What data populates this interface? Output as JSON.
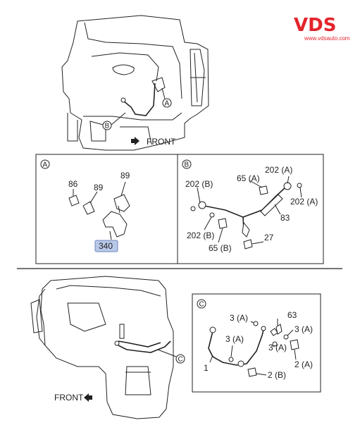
{
  "logo": {
    "text": "VDS",
    "url": "www.vdsauto.com",
    "color": "#e4242b"
  },
  "top_view": {
    "front_label": "FRONT",
    "callouts": [
      "A",
      "B"
    ]
  },
  "panel_a": {
    "letter": "A",
    "parts": [
      "86",
      "89",
      "89",
      "340"
    ],
    "highlight_color": "#b8c8e8"
  },
  "panel_b": {
    "letter": "B",
    "parts": [
      "202 (B)",
      "65 (A)",
      "202 (A)",
      "202 (A)",
      "83",
      "202 (B)",
      "65 (B)",
      "27"
    ]
  },
  "bottom_view": {
    "front_label": "FRONT",
    "callouts": [
      "C"
    ]
  },
  "panel_c": {
    "letter": "C",
    "parts": [
      "63",
      "3 (A)",
      "3 (A)",
      "3 (A)",
      "3 (A)",
      "2 (A)",
      "1",
      "2 (B)"
    ]
  }
}
